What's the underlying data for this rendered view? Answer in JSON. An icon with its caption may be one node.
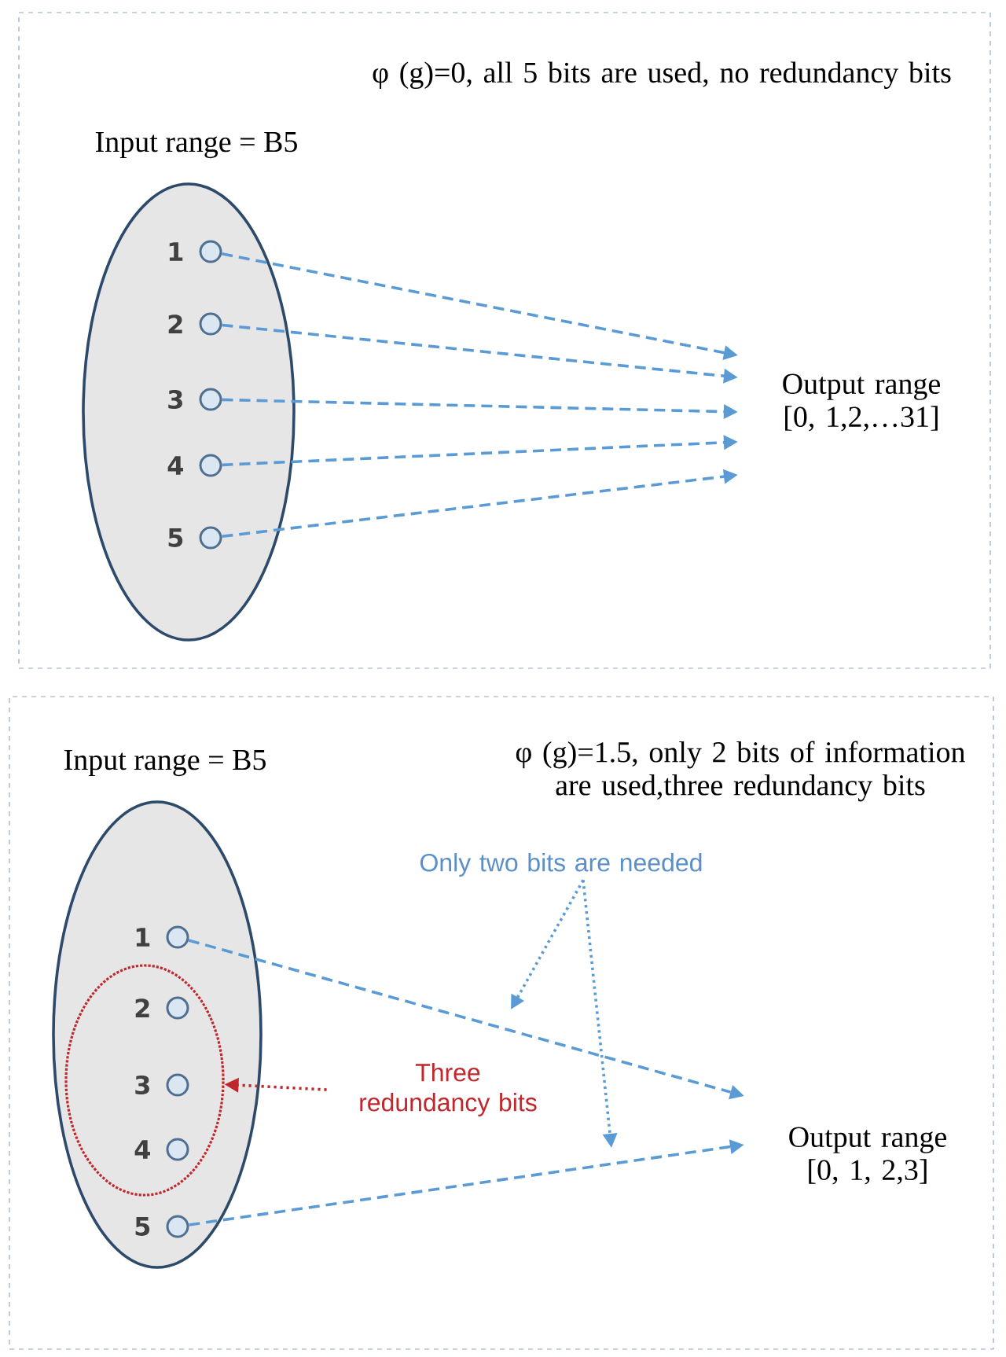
{
  "diagram": {
    "nodes": [
      {
        "text": [
          "φ (g)=0, all 5 bits are used, no redundancy bits"
        ]
      },
      {
        "text": [
          "Input range = B5"
        ],
        "in": 0
      },
      {
        "text": [],
        "shape": "circle",
        "in": 1,
        "beside": [
          "1"
        ]
      },
      {
        "text": [],
        "shape": "circle",
        "in": 1,
        "beside": [
          "2"
        ]
      },
      {
        "text": [],
        "shape": "circle",
        "in": 1,
        "beside": [
          "3"
        ]
      },
      {
        "text": [],
        "shape": "circle",
        "in": 1,
        "beside": [
          "4"
        ]
      },
      {
        "text": [],
        "shape": "circle",
        "in": 1,
        "beside": [
          "5"
        ]
      },
      {
        "text": [
          "Output range [0, 1,2,…31]"
        ],
        "in": 0
      },
      {
        "text": [
          "φ (g)=1.5, only 2 bits of information are used,three redundancy bits"
        ]
      },
      {
        "text": [
          "Input range = B5"
        ],
        "in": 8
      },
      {
        "text": [],
        "shape": "circle",
        "in": 9
      },
      {
        "text": [],
        "shape": "circle",
        "in": 9,
        "beside": [
          "1"
        ]
      },
      {
        "text": [],
        "shape": "circle",
        "in": 10,
        "beside": [
          "2"
        ]
      },
      {
        "text": [],
        "shape": "circle",
        "in": 10,
        "beside": [
          "3"
        ]
      },
      {
        "text": [],
        "shape": "circle",
        "in": 10,
        "beside": [
          "4"
        ]
      },
      {
        "text": [],
        "shape": "circle",
        "in": 9,
        "beside": [
          "5"
        ]
      },
      {
        "text": [
          "Output range [0, 1, 2,3]"
        ],
        "in": 8
      },
      {
        "text": [
          "Only two bits are needed"
        ],
        "in": 8
      },
      {
        "text": [
          "Three redundancy bits"
        ],
        "in": 8
      }
    ],
    "edges": [
      {
        "from": 2,
        "to": 7,
        "arrow": "to",
        "style": "dashed"
      },
      {
        "from": 3,
        "to": 7,
        "arrow": "to",
        "style": "dashed"
      },
      {
        "from": 4,
        "to": 7,
        "arrow": "to",
        "style": "dashed"
      },
      {
        "from": 5,
        "to": 7,
        "arrow": "to",
        "style": "dashed"
      },
      {
        "from": 6,
        "to": 7,
        "arrow": "to",
        "style": "dashed"
      },
      {
        "from": 11,
        "to": 16,
        "arrow": "to",
        "style": "dashed"
      },
      {
        "from": 15,
        "to": 16,
        "arrow": "to",
        "style": "dashed"
      },
      {
        "from": 17,
        "to": null,
        "arrow": "to",
        "style": "dashed"
      },
      {
        "from": 17,
        "to": null,
        "arrow": "to",
        "style": "dashed"
      },
      {
        "from": 18,
        "to": 10,
        "arrow": "to",
        "style": "dashed",
        "color": "#c0282d"
      }
    ]
  }
}
